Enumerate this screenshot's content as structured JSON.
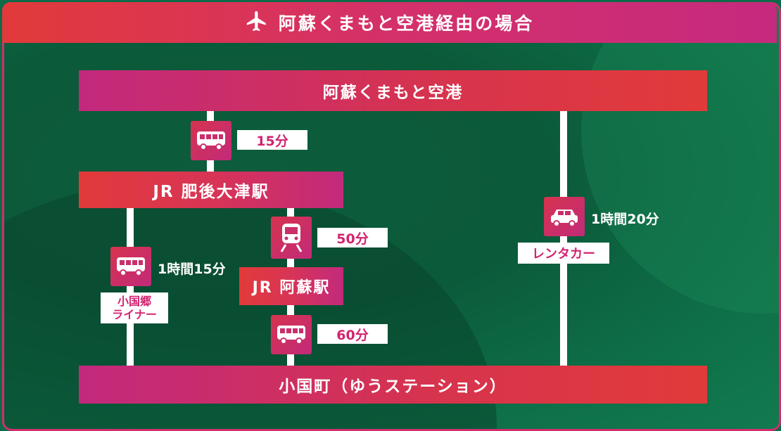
{
  "header": {
    "title": "阿蘇くまもと空港経由の場合",
    "icon": "airplane-icon"
  },
  "stations": {
    "airport": "阿蘇くまもと空港",
    "higo_ozu": "JR 肥後大津駅",
    "aso": "JR 阿蘇駅",
    "oguni": "小国町（ゆうステーション）"
  },
  "legs": {
    "airport_to_ozu": {
      "icon": "bus-icon",
      "time": "15分"
    },
    "ozu_to_aso": {
      "icon": "train-icon",
      "time": "50分"
    },
    "aso_to_oguni": {
      "icon": "bus-icon",
      "time": "60分"
    },
    "ozu_to_oguni": {
      "icon": "bus-icon",
      "time": "1時間15分",
      "name_line1": "小国郷",
      "name_line2": "ライナー"
    },
    "airport_to_oguni": {
      "icon": "car-icon",
      "time": "1時間20分",
      "name": "レンタカー"
    }
  },
  "colors": {
    "accent": "#d2236f",
    "red": "#e23a3a",
    "green": "#0e6a48"
  }
}
